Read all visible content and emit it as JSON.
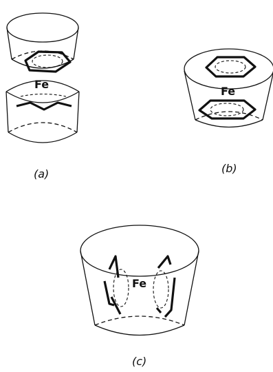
{
  "figure": {
    "panels": [
      {
        "id": "a",
        "metal": "Fe",
        "caption": "(a)"
      },
      {
        "id": "b",
        "metal": "Fe",
        "caption": "(b)"
      },
      {
        "id": "c",
        "metal": "Fe",
        "caption": "(c)"
      }
    ]
  }
}
